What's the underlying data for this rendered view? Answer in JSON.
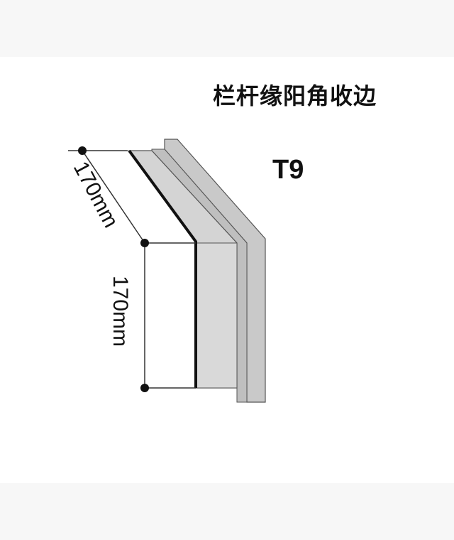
{
  "diagram": {
    "title": "栏杆缘阳角收边",
    "code": "T9",
    "dimension_diagonal": "170mm",
    "dimension_vertical": "170mm"
  },
  "colors": {
    "background": "#ffffff",
    "outer_band": "#f7f7f7",
    "panel_light": "#d4d4d4",
    "panel_dark": "#bdbdbd",
    "edge": "#111111"
  }
}
